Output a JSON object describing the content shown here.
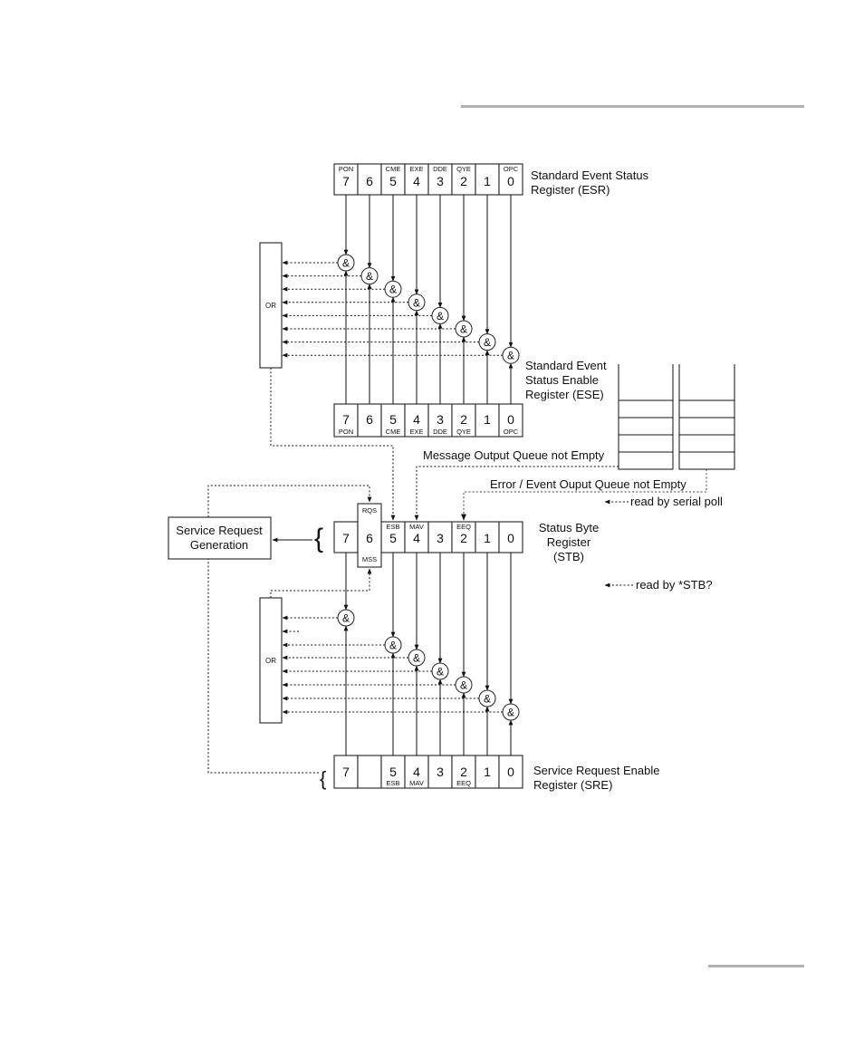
{
  "esr": {
    "bits": [
      {
        "num": "7",
        "label": "PON"
      },
      {
        "num": "6",
        "label": ""
      },
      {
        "num": "5",
        "label": "CME"
      },
      {
        "num": "4",
        "label": "EXE"
      },
      {
        "num": "3",
        "label": "DDE"
      },
      {
        "num": "2",
        "label": "QYE"
      },
      {
        "num": "1",
        "label": ""
      },
      {
        "num": "0",
        "label": "OPC"
      }
    ],
    "title_line1": "Standard Event Status",
    "title_line2": "Register (ESR)"
  },
  "ese": {
    "bits": [
      {
        "num": "7",
        "label": "PON"
      },
      {
        "num": "6",
        "label": ""
      },
      {
        "num": "5",
        "label": "CME"
      },
      {
        "num": "4",
        "label": "EXE"
      },
      {
        "num": "3",
        "label": "DDE"
      },
      {
        "num": "2",
        "label": "QYE"
      },
      {
        "num": "1",
        "label": ""
      },
      {
        "num": "0",
        "label": "OPC"
      }
    ],
    "title_line1": "Standard Event",
    "title_line2": "Status Enable",
    "title_line3": "Register (ESE)"
  },
  "stb": {
    "bits": [
      {
        "num": "7",
        "top": "",
        "bottom": ""
      },
      {
        "num": "6",
        "top": "RQS",
        "bottom": "MSS"
      },
      {
        "num": "5",
        "top": "ESB",
        "bottom": ""
      },
      {
        "num": "4",
        "top": "MAV",
        "bottom": ""
      },
      {
        "num": "3",
        "top": "",
        "bottom": ""
      },
      {
        "num": "2",
        "top": "EEQ",
        "bottom": ""
      },
      {
        "num": "1",
        "top": "",
        "bottom": ""
      },
      {
        "num": "0",
        "top": "",
        "bottom": ""
      }
    ],
    "title_line1": "Status Byte",
    "title_line2": "Register",
    "title_line3": "(STB)"
  },
  "sre": {
    "bits": [
      {
        "num": "7",
        "label": ""
      },
      {
        "num": "",
        "label": ""
      },
      {
        "num": "5",
        "label": "ESB"
      },
      {
        "num": "4",
        "label": "MAV"
      },
      {
        "num": "3",
        "label": ""
      },
      {
        "num": "2",
        "label": "EEQ"
      },
      {
        "num": "1",
        "label": ""
      },
      {
        "num": "0",
        "label": ""
      }
    ],
    "title_line1": "Service Request Enable",
    "title_line2": "Register (SRE)"
  },
  "or_label": "OR",
  "and_symbol": "&",
  "srq": {
    "line1": "Service Request",
    "line2": "Generation"
  },
  "labels": {
    "msg_queue": "Message Output Queue not Empty",
    "err_queue": "Error / Event Ouput Queue not Empty",
    "serial_poll": "read by serial poll",
    "stb_query": "read by *STB?"
  }
}
